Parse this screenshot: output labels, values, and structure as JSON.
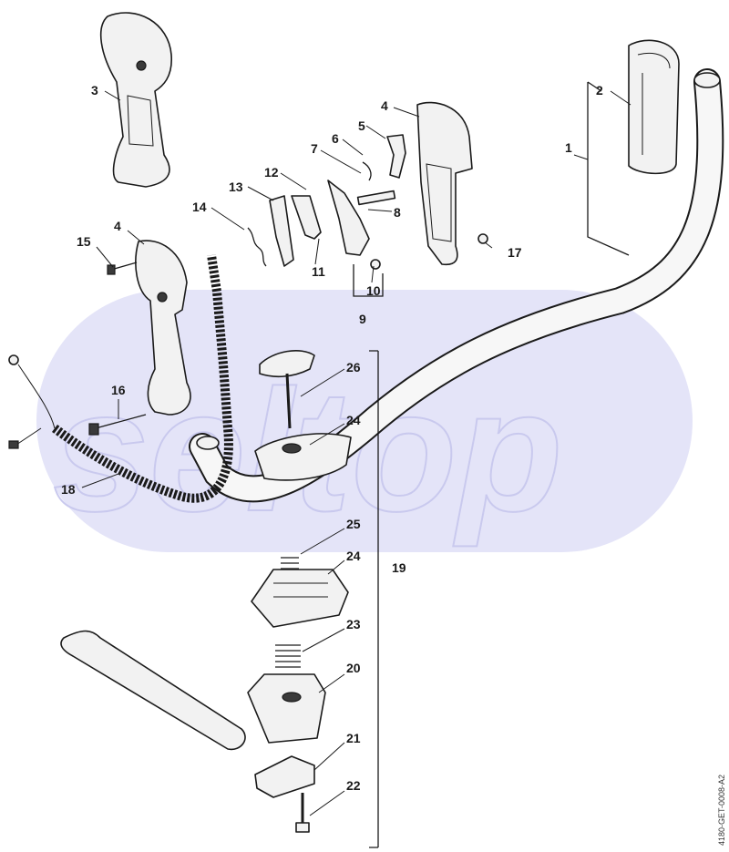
{
  "watermark": "seltop",
  "drawing_code": "4180-GET-0008-A2",
  "labels": {
    "l1": "1",
    "l2": "2",
    "l3": "3",
    "l4a": "4",
    "l4b": "4",
    "l5": "5",
    "l6": "6",
    "l7": "7",
    "l8": "8",
    "l9": "9",
    "l10": "10",
    "l11": "11",
    "l12": "12",
    "l13": "13",
    "l14": "14",
    "l15": "15",
    "l16": "16",
    "l17": "17",
    "l18": "18",
    "l19": "19",
    "l20": "20",
    "l21": "21",
    "l22": "22",
    "l23": "23",
    "l24a": "24",
    "l24b": "24",
    "l25": "25",
    "l26": "26"
  }
}
